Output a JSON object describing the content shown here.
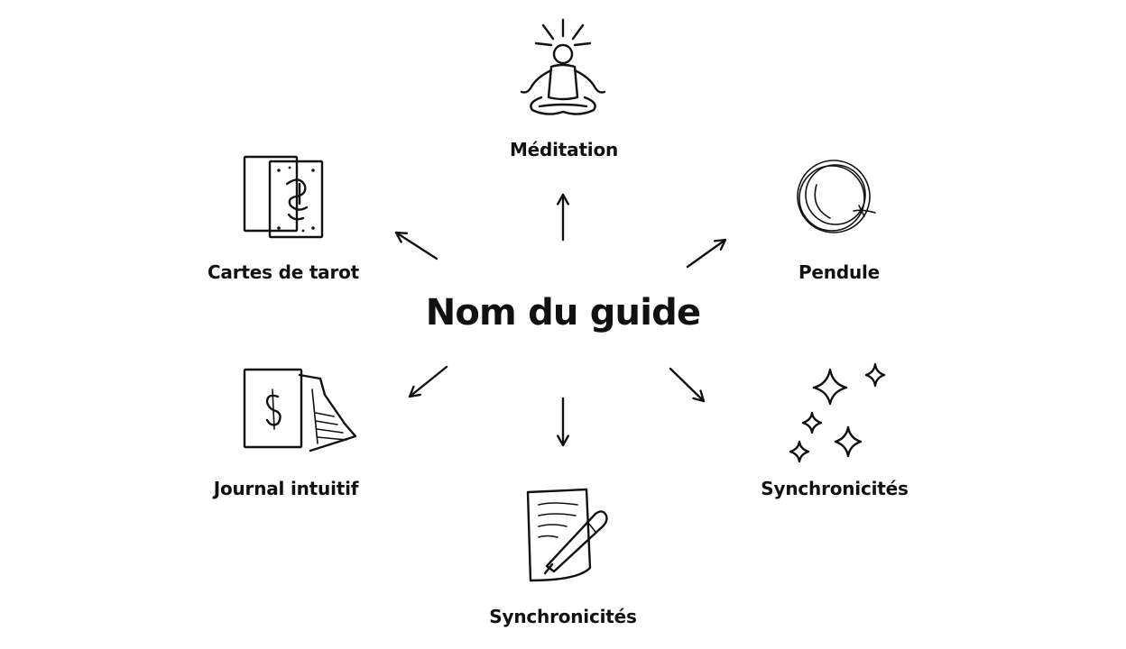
{
  "diagram": {
    "center": {
      "title": "Nom du guide"
    },
    "nodes": [
      {
        "id": "meditation",
        "label": "Méditation",
        "icon": "meditation-icon"
      },
      {
        "id": "tarot",
        "label": "Cartes de tarot",
        "icon": "tarot-cards-icon"
      },
      {
        "id": "pendule",
        "label": "Pendule",
        "icon": "pendulum-icon"
      },
      {
        "id": "journal",
        "label": "Journal intuitif",
        "icon": "journal-icon"
      },
      {
        "id": "synchro-right",
        "label": "Synchronicités",
        "icon": "sparkles-icon"
      },
      {
        "id": "synchro-bottom",
        "label": "Synchronicités",
        "icon": "notepad-pen-icon"
      }
    ],
    "stroke_color": "#111111",
    "background_color": "#ffffff"
  }
}
